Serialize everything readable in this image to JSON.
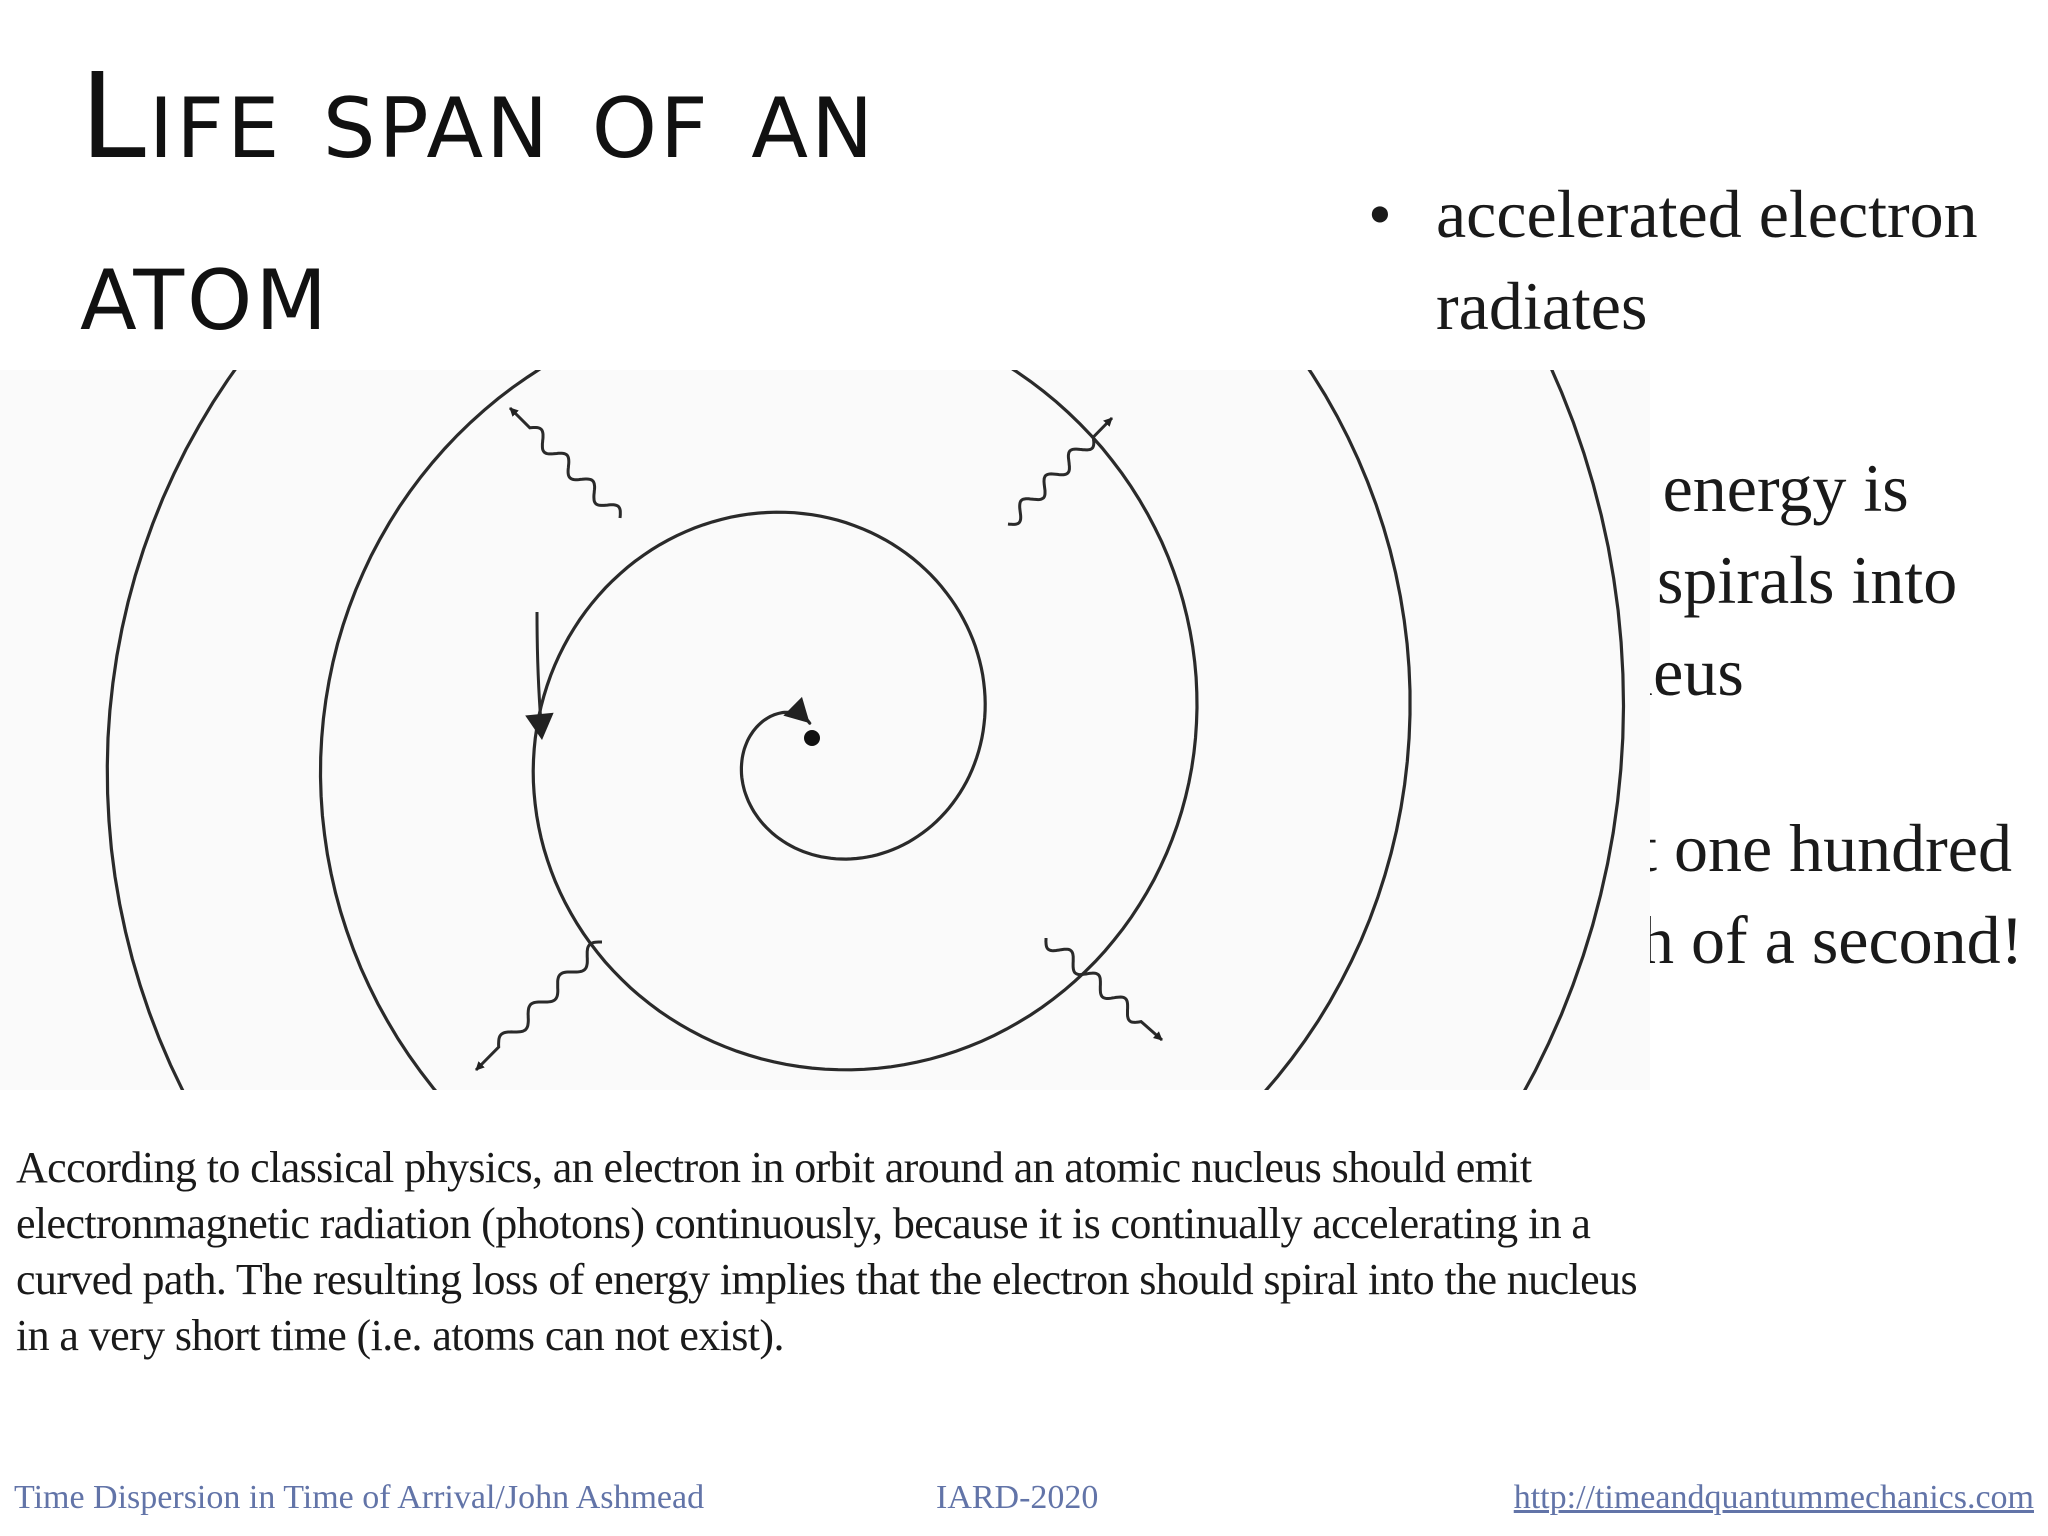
{
  "slide": {
    "title_lines": [
      "Life span of an",
      "atom"
    ],
    "bullets": [
      "accelerated electron radiates",
      "once its energy is gone, it spirals into the nucleus",
      "in about one hundred trillionth of a second!"
    ],
    "caption": "According to classical physics, an electron in orbit around an atomic nucleus should emit electronmagnetic radiation (photons) continuously, because it is continually accelerating in a curved path.  The resulting loss of energy implies that the electron should spiral into the nucleus in a very short time (i.e. atoms can not exist).",
    "footer": {
      "left": "Time Dispersion in Time of Arrival/John Ashmead",
      "middle": "IARD-2020",
      "right": "http://timeandquantummechanics.com"
    }
  }
}
